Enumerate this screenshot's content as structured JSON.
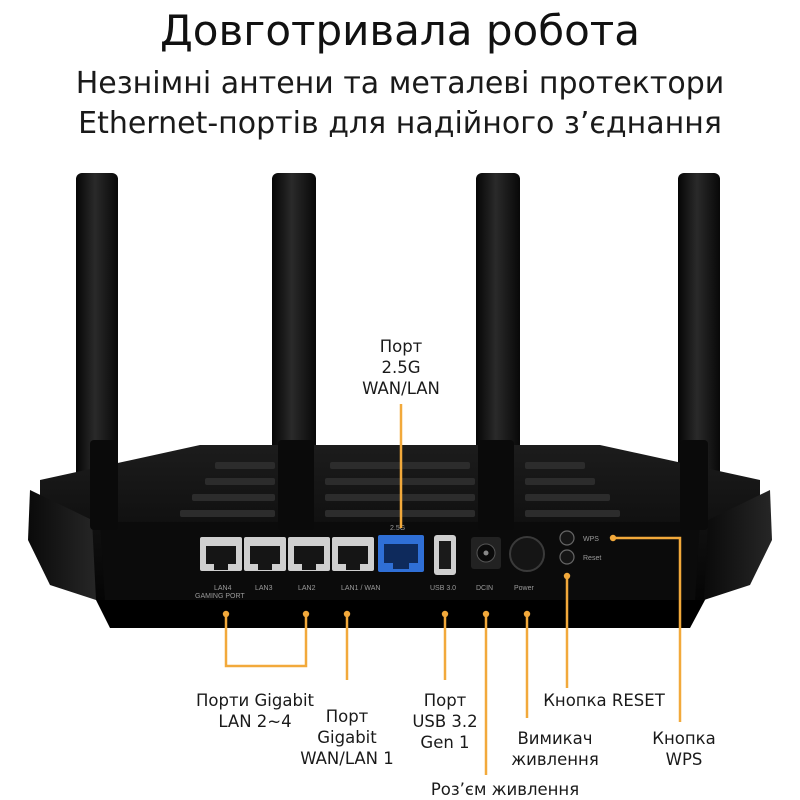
{
  "title": "Довготривала робота",
  "subtitle": [
    "Незнімні антени та металеві протектори",
    "Ethernet-портів для надійного з’єднання"
  ],
  "accent_color": "#f2a93b",
  "device_panel": {
    "lan4": "LAN4",
    "gaming_port": "GAMING PORT",
    "lan3": "LAN3",
    "lan2": "LAN2",
    "lan1_wan": "LAN1 / WAN",
    "port_2_5g": "2.5G",
    "usb": "USB 3.0",
    "dcin": "DCIN",
    "power": "Power",
    "wps": "WPS",
    "reset": "Reset"
  },
  "callouts": {
    "port_2_5g": [
      "Порт",
      "2.5G",
      "WAN/LAN"
    ],
    "gigabit_lan": [
      "Порти Gigabit",
      "LAN 2~4"
    ],
    "gigabit_wan": [
      "Порт",
      "Gigabit",
      "WAN/LAN 1"
    ],
    "usb": [
      "Порт",
      "USB 3.2",
      "Gen 1"
    ],
    "power_socket": [
      "Роз’єм живлення"
    ],
    "power_switch": [
      "Вимикач",
      "живлення"
    ],
    "reset_button": [
      "Кнопка RESET"
    ],
    "wps_button": [
      "Кнопка",
      "WPS"
    ]
  }
}
